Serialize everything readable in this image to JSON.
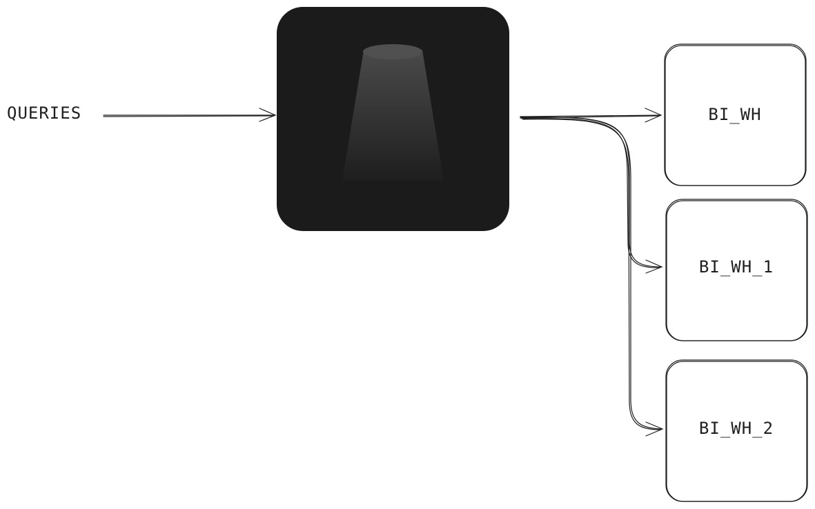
{
  "input_label": "QUERIES",
  "router": {
    "icon": "spotlight-lamp-icon",
    "background_color": "#1b1b1b"
  },
  "targets": [
    {
      "label": "BI_WH"
    },
    {
      "label": "BI_WH_1"
    },
    {
      "label": "BI_WH_2"
    }
  ],
  "colors": {
    "stroke": "#1e1e1e",
    "background": "#ffffff"
  }
}
